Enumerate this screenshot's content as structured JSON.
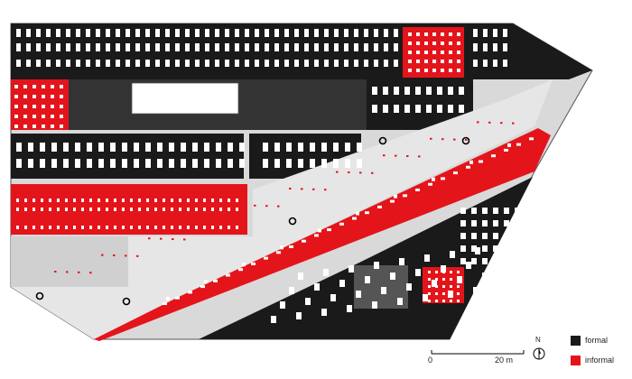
{
  "legend": {
    "items": [
      {
        "label": "formal",
        "color": "#1a1a1a"
      },
      {
        "label": "informal",
        "color": "#e4141b"
      }
    ]
  },
  "scale": {
    "zero": "0",
    "length": "20 m"
  },
  "north": {
    "letter": "N"
  },
  "colors": {
    "formal": "#1a1a1a",
    "informal": "#e4141b",
    "circulation": "#e2e2e2",
    "void": "#ffffff"
  }
}
